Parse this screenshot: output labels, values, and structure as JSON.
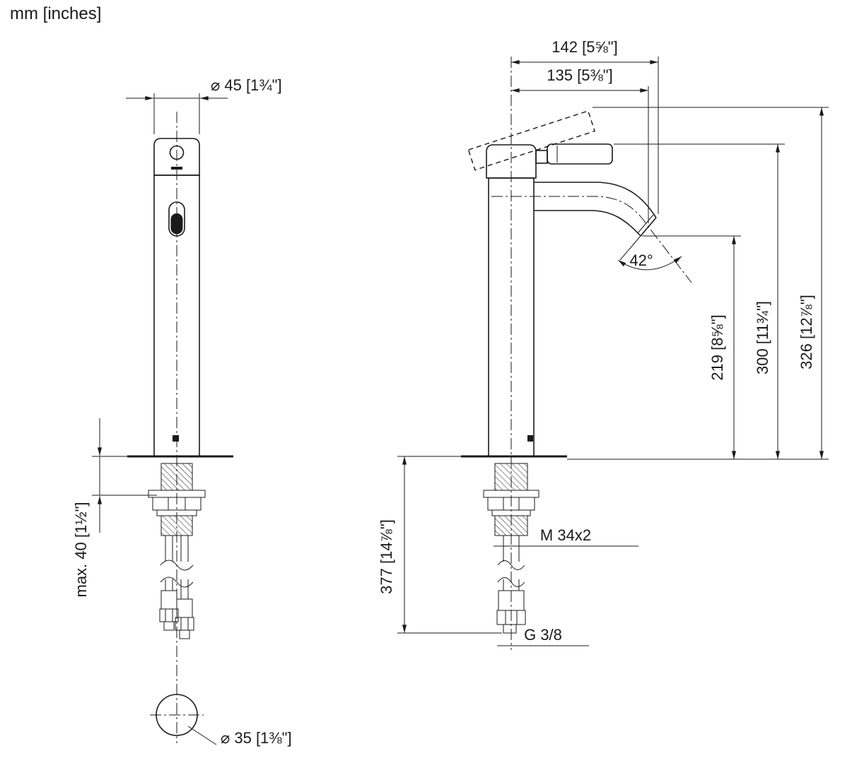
{
  "page": {
    "units_label": "mm [inches]"
  },
  "front_view": {
    "dim_top_diameter": "⌀ 45 [1¾\"]",
    "dim_max_thickness": "max. 40 [1½\"]",
    "dim_base_diameter": "⌀ 35 [1⅜\"]"
  },
  "side_view": {
    "dim_projection_tip": "142 [5⅝\"]",
    "dim_projection_outlet": "135 [5⅜\"]",
    "angle_outlet": "42°",
    "dim_height_outlet": "219 [8⅝\"]",
    "dim_height_lever": "300 [11¾\"]",
    "dim_height_total": "326 [12⅞\"]",
    "dim_below_counter": "377 [14⅞\"]",
    "label_mounting_thread": "M 34x2",
    "label_supply_connection": "G 3/8"
  }
}
